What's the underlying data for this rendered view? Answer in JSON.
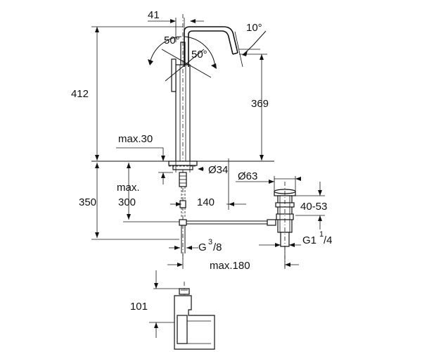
{
  "dimensions": {
    "spout_offset": "41",
    "spout_angle_left": "50°",
    "spout_angle_right": "50°",
    "spout_tilt": "10°",
    "total_height": "412",
    "spout_height": "369",
    "max_deck_thickness": "max.30",
    "body_diameter": "Ø34",
    "drain_diameter": "Ø63",
    "below_deck_max_label": "max.",
    "below_deck_max_value": "300",
    "below_deck_height": "350",
    "rod_length": "140",
    "drain_range": "40-53",
    "supply_thread_main": "G",
    "supply_thread_sup": "3",
    "supply_thread_sub": "/8",
    "waste_thread_main": "G1",
    "waste_thread_sup": "1",
    "waste_thread_sub": "/4",
    "max_reach": "max.180",
    "handle_height": "101"
  }
}
